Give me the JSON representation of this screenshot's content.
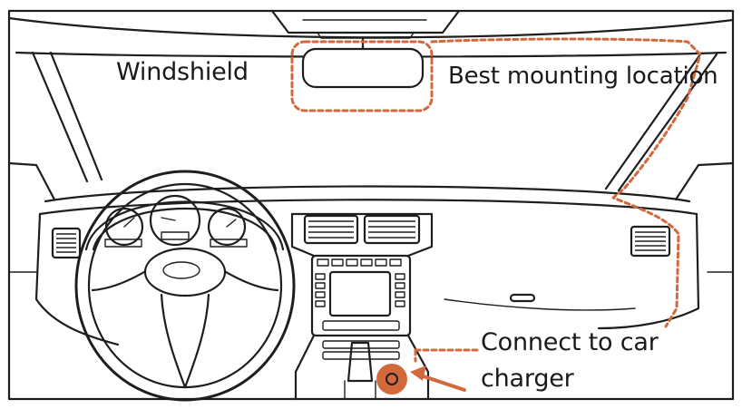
{
  "labels": {
    "windshield": "Windshield",
    "best_mount": "Best mounting location",
    "charger_line1": "Connect to car",
    "charger_line2": "charger"
  },
  "colors": {
    "accent": "#d2693c",
    "ink": "#1e1e1e"
  },
  "icons": {
    "car_charger_port": "circle-o",
    "arrow": "arrow-left"
  }
}
